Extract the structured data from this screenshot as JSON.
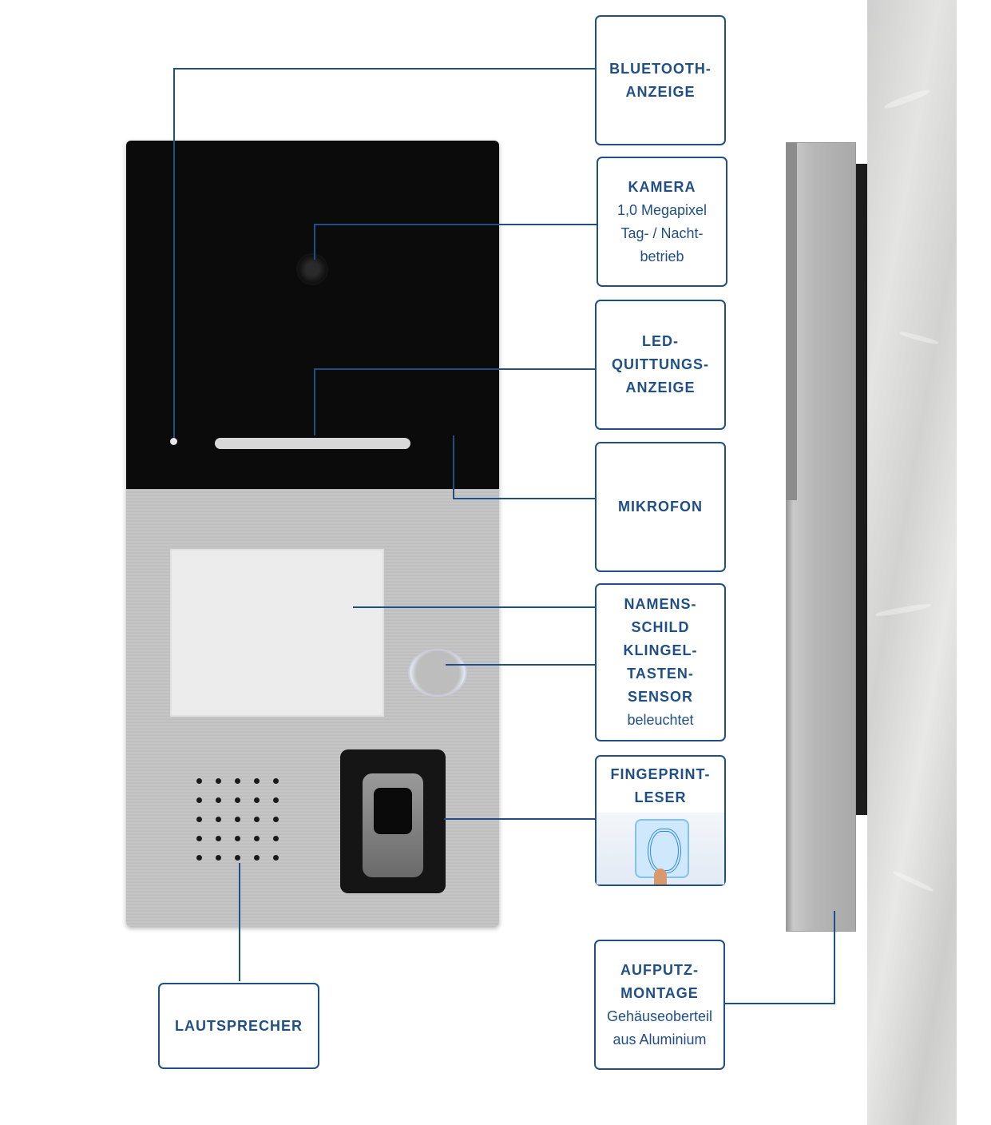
{
  "labels": {
    "bluetooth": {
      "title": "BLUETOOTH-\nANZEIGE"
    },
    "kamera": {
      "title": "KAMERA",
      "line1": "1,0 Megapixel",
      "line2": "Tag- / Nacht-",
      "line3": "betrieb"
    },
    "led": {
      "title1": "LED-",
      "title2": "QUITTUNGS-",
      "title3": "ANZEIGE"
    },
    "mikrofon": {
      "title": "MIKROFON"
    },
    "namens": {
      "t1": "NAMENS-",
      "t2": "SCHILD",
      "t3": "KLINGEL-",
      "t4": "TASTEN-",
      "t5": "SENSOR",
      "sub": "beleuchtet"
    },
    "finger": {
      "t1": "FINGEPRINT-",
      "t2": "LESER"
    },
    "aufputz": {
      "t1": "AUFPUTZ-",
      "t2": "MONTAGE",
      "sub1": "Gehäuseoberteil",
      "sub2": "aus Aluminium"
    },
    "lautsprecher": {
      "title": "LAUTSPRECHER"
    }
  },
  "colors": {
    "accent": "#1f4f86",
    "panel_top": "#0b0b0b",
    "panel_bottom": "#c2c2c2"
  },
  "icons": [
    "camera-lens-icon",
    "fingerprint-icon",
    "speaker-grille-icon",
    "bell-button-icon"
  ]
}
